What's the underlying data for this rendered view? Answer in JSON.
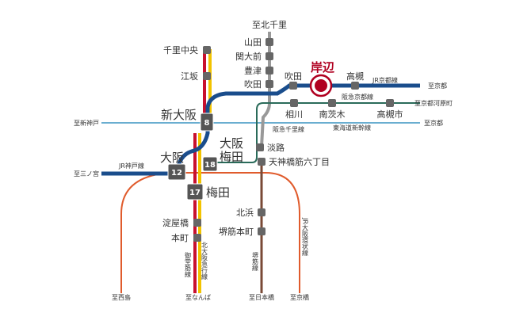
{
  "colors": {
    "jr_kyoto": "#1a4d8c",
    "hankyu_kyoto": "#2a6b5a",
    "shinkansen": "#6aaed0",
    "midosuji": "#c8102e",
    "kitaosaka": "#f2c300",
    "sakaisuji": "#7a4a36",
    "loop": "#e05b2c",
    "highlight": "#b00020",
    "station": "#666666"
  },
  "highlight_station": "岸辺",
  "stations": {
    "kita_senri_dir": "至北千里",
    "yamada": "山田",
    "kandai_mae": "関大前",
    "toyotsu": "豊津",
    "suita_hankyu": "吹田",
    "suita_jr": "吹田",
    "kishibe": "岸辺",
    "takatsuki": "高槻",
    "senri_chuo": "千里中央",
    "esaka": "江坂",
    "shin_osaka": "新大阪",
    "shin_osaka_badge": "8",
    "aikawa": "相川",
    "minami_ibaraki": "南茨木",
    "takatsuki_shi": "高槻市",
    "osaka_umeda_1": "大阪",
    "osaka_umeda_2": "梅田",
    "osaka_umeda_badge": "18",
    "awaji": "淡路",
    "tenjimbashi": "天神橋筋六丁目",
    "osaka": "大阪",
    "osaka_badge": "12",
    "umeda": "梅田",
    "umeda_badge": "17",
    "kitahama": "北浜",
    "sakaisuji_hommachi": "堺筋本町",
    "yodoyabashi": "淀屋橋",
    "hommachi": "本町"
  },
  "lines": {
    "jr_kyoto": "JR京都線",
    "hankyu_kyoto": "阪急京都線",
    "hankyu_senri": "阪急千里線",
    "shinkansen": "東海道新幹線",
    "jr_kobe": "JR神戸線",
    "loop": "JR大阪環状線",
    "midosuji": "御堂筋線",
    "kitaosaka": "北大阪急行線",
    "sakaisuji": "堺筋線"
  },
  "directions": {
    "to_kyoto_jr": "至京都",
    "to_kawaramachi": "至京都河原町",
    "to_kyoto_shinkansen": "至京都",
    "to_shinkobe": "至新神戸",
    "to_sannomiya": "至三ノ宮",
    "to_nishikujo": "至西島",
    "to_namba": "至なんば",
    "to_nihombashi": "至日本橋",
    "to_kyobashi": "至京橋"
  }
}
